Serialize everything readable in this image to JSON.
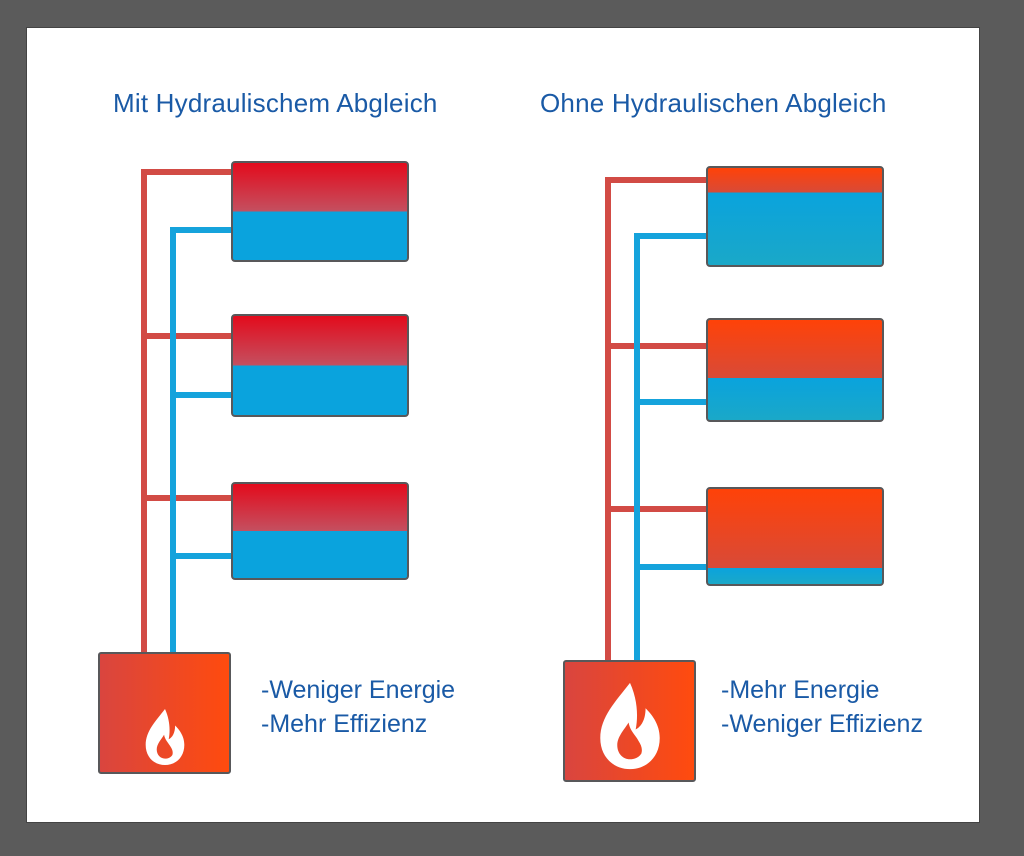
{
  "left": {
    "title": "Mit Hydraulischem Abgleich",
    "benefits": [
      "-Weniger Energie",
      "-Mehr Effizienz"
    ],
    "radiators": [
      {
        "hot_fraction": 0.5
      },
      {
        "hot_fraction": 0.5
      },
      {
        "hot_fraction": 0.5
      }
    ]
  },
  "right": {
    "title": "Ohne Hydraulischen Abgleich",
    "benefits": [
      "-Mehr Energie",
      "-Weniger Effizienz"
    ],
    "radiators": [
      {
        "hot_fraction": 0.25
      },
      {
        "hot_fraction": 0.58
      },
      {
        "hot_fraction": 0.83
      }
    ]
  },
  "colors": {
    "supply_pipe": "#d24b45",
    "return_pipe": "#15a3dc",
    "hot_top": "#e30b1c",
    "hot_mid": "#ff4208",
    "cold": "#0aa3dd",
    "boiler": "#f04a1e",
    "title_text": "#1a5aa6"
  },
  "icons": [
    "flame-icon"
  ]
}
